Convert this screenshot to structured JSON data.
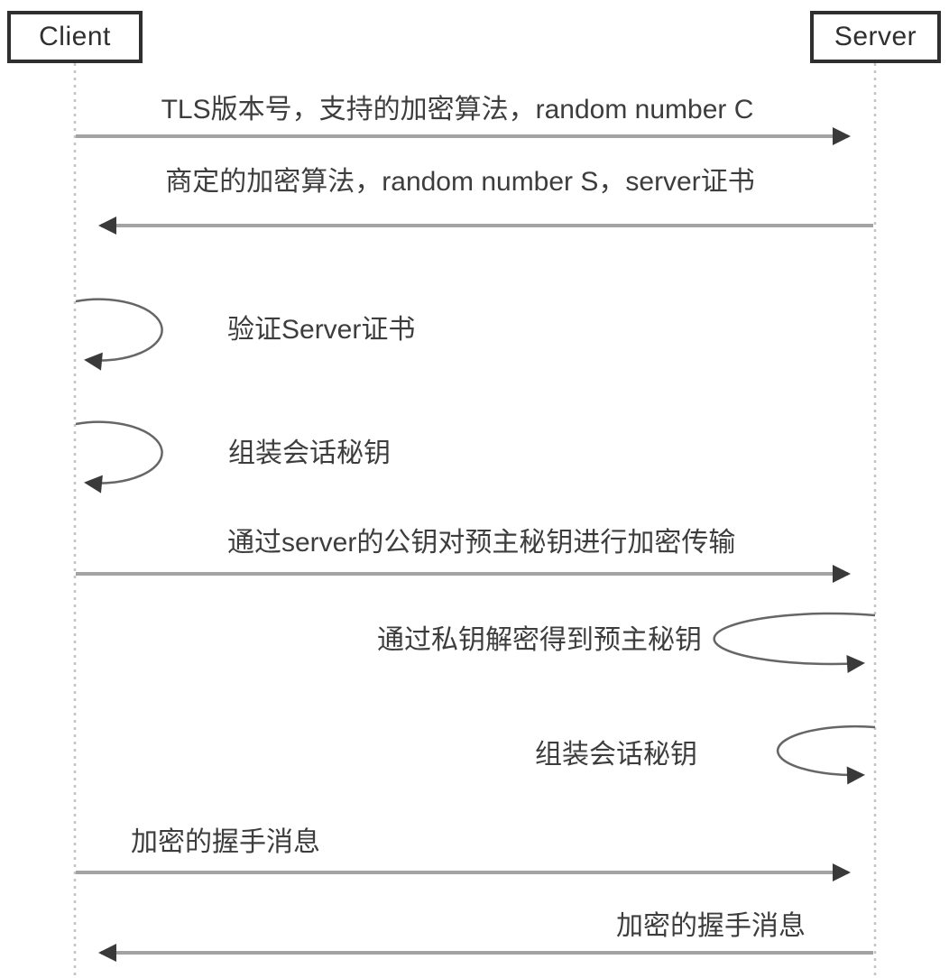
{
  "diagram": {
    "title": "TLS handshake sequence diagram",
    "actors": {
      "client": {
        "label": "Client"
      },
      "server": {
        "label": "Server"
      }
    },
    "messages": [
      {
        "text": "TLS版本号，支持的加密算法，random number C",
        "from": "Client",
        "to": "Server",
        "kind": "arrow-right"
      },
      {
        "text": "商定的加密算法，random number S，server证书",
        "from": "Server",
        "to": "Client",
        "kind": "arrow-left"
      },
      {
        "text": "验证Server证书",
        "actor": "Client",
        "kind": "self-loop"
      },
      {
        "text": "组装会话秘钥",
        "actor": "Client",
        "kind": "self-loop"
      },
      {
        "text": "通过server的公钥对预主秘钥进行加密传输",
        "from": "Client",
        "to": "Server",
        "kind": "arrow-right"
      },
      {
        "text": "通过私钥解密得到预主秘钥",
        "actor": "Server",
        "kind": "self-loop"
      },
      {
        "text": "组装会话秘钥",
        "actor": "Server",
        "kind": "self-loop"
      },
      {
        "text": "加密的握手消息",
        "from": "Client",
        "to": "Server",
        "kind": "arrow-right"
      },
      {
        "text": "加密的握手消息",
        "from": "Server",
        "to": "Client",
        "kind": "arrow-left"
      }
    ],
    "colors": {
      "arrow_line": "#a3a3a3",
      "arrowhead": "#3a3a3a",
      "loop_line": "#666666",
      "text": "#3d3d3d",
      "box_border": "#2f2f2f",
      "lifeline": "#c4c4c4",
      "background": "#ffffff"
    }
  }
}
